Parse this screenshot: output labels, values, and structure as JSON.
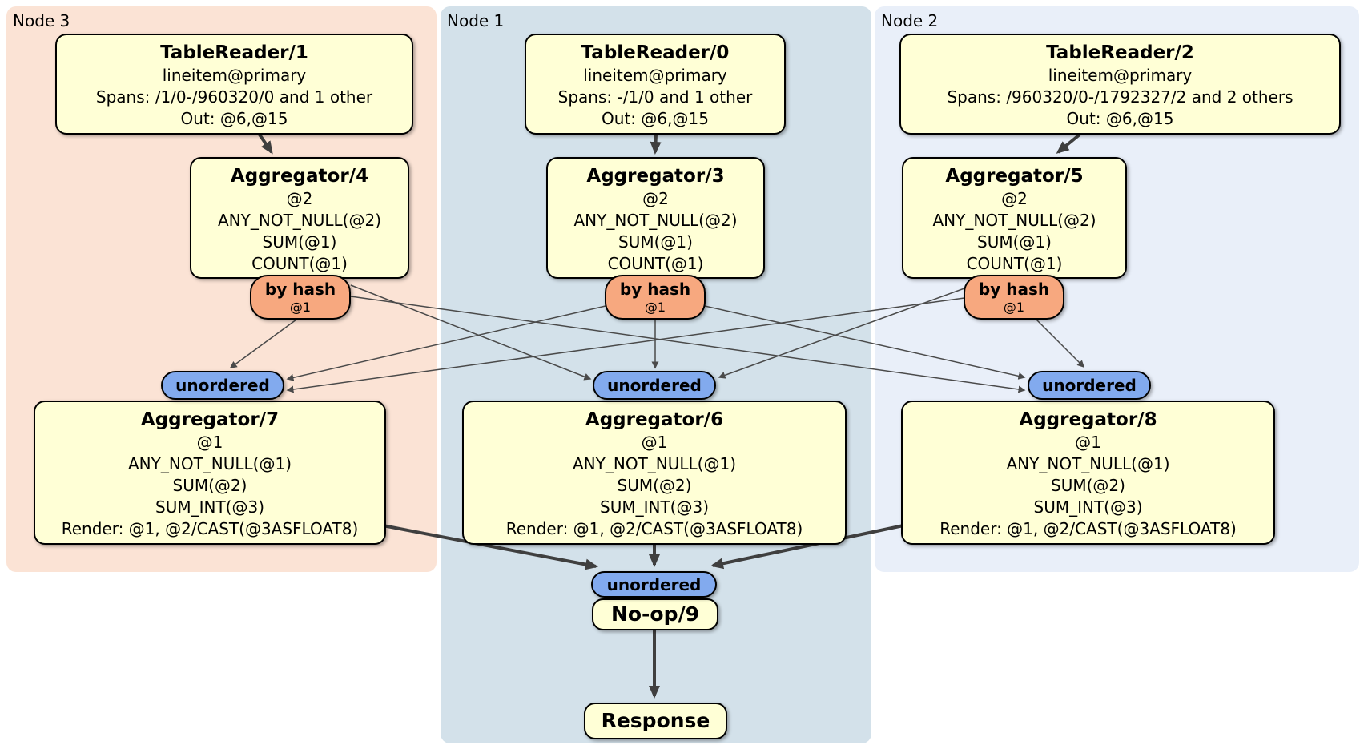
{
  "regions": {
    "node3": {
      "label": "Node 3",
      "bg": "#fbe3d5"
    },
    "node1": {
      "label": "Node 1",
      "bg": "#d3e1ea"
    },
    "node2": {
      "label": "Node 2",
      "bg": "#e9eff9"
    }
  },
  "processors": {
    "tr1": {
      "title": "TableReader/1",
      "lines": [
        "lineitem@primary",
        "Spans: /1/0-/960320/0 and 1 other",
        "Out: @6,@15"
      ]
    },
    "tr0": {
      "title": "TableReader/0",
      "lines": [
        "lineitem@primary",
        "Spans: -/1/0 and 1 other",
        "Out: @6,@15"
      ]
    },
    "tr2": {
      "title": "TableReader/2",
      "lines": [
        "lineitem@primary",
        "Spans: /960320/0-/1792327/2 and 2 others",
        "Out: @6,@15"
      ]
    },
    "agg4": {
      "title": "Aggregator/4",
      "lines": [
        "@2",
        "ANY_NOT_NULL(@2)",
        "SUM(@1)",
        "COUNT(@1)"
      ]
    },
    "agg3": {
      "title": "Aggregator/3",
      "lines": [
        "@2",
        "ANY_NOT_NULL(@2)",
        "SUM(@1)",
        "COUNT(@1)"
      ]
    },
    "agg5": {
      "title": "Aggregator/5",
      "lines": [
        "@2",
        "ANY_NOT_NULL(@2)",
        "SUM(@1)",
        "COUNT(@1)"
      ]
    },
    "agg7": {
      "title": "Aggregator/7",
      "lines": [
        "@1",
        "ANY_NOT_NULL(@1)",
        "SUM(@2)",
        "SUM_INT(@3)",
        "Render: @1, @2/CAST(@3ASFLOAT8)"
      ]
    },
    "agg6": {
      "title": "Aggregator/6",
      "lines": [
        "@1",
        "ANY_NOT_NULL(@1)",
        "SUM(@2)",
        "SUM_INT(@3)",
        "Render: @1, @2/CAST(@3ASFLOAT8)"
      ]
    },
    "agg8": {
      "title": "Aggregator/8",
      "lines": [
        "@1",
        "ANY_NOT_NULL(@1)",
        "SUM(@2)",
        "SUM_INT(@3)",
        "Render: @1, @2/CAST(@3ASFLOAT8)"
      ]
    },
    "noop": {
      "title": "No-op/9"
    },
    "response": {
      "title": "Response"
    }
  },
  "router": {
    "label": "by hash",
    "sub": "@1",
    "fill": "#f7a87f"
  },
  "sync": {
    "label": "unordered",
    "fill": "#82aaee"
  },
  "colors": {
    "box_fill": "#ffffd6",
    "border": "#000000",
    "edge_thin": "#4a4a4a",
    "edge_thick": "#3f3f3f"
  }
}
